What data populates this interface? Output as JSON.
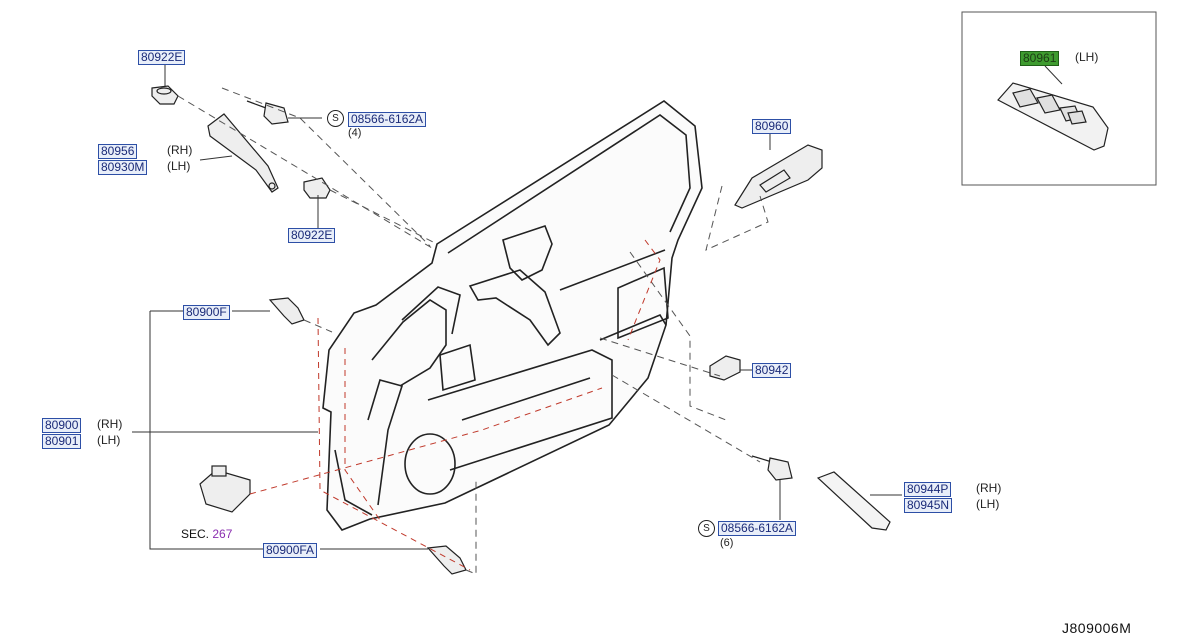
{
  "diagram": {
    "code": "J809006M",
    "section": {
      "prefix": "SEC.",
      "number": "267"
    },
    "parts": [
      {
        "id": "80922E_top",
        "number": "80922E"
      },
      {
        "id": "08566_top",
        "number": "08566-6162A",
        "qty": "(4)",
        "symbol": "S"
      },
      {
        "id": "80956",
        "number": "80956",
        "side": "(RH)"
      },
      {
        "id": "80930M",
        "number": "80930M",
        "side": "(LH)"
      },
      {
        "id": "80922E_mid",
        "number": "80922E"
      },
      {
        "id": "80960",
        "number": "80960"
      },
      {
        "id": "80961",
        "number": "80961",
        "side": "(LH)"
      },
      {
        "id": "80900F",
        "number": "80900F"
      },
      {
        "id": "80942",
        "number": "80942"
      },
      {
        "id": "80900",
        "number": "80900",
        "side": "(RH)"
      },
      {
        "id": "80901",
        "number": "80901",
        "side": "(LH)"
      },
      {
        "id": "08566_bottom",
        "number": "08566-6162A",
        "qty": "(6)",
        "symbol": "S"
      },
      {
        "id": "80944P",
        "number": "80944P",
        "side": "(RH)"
      },
      {
        "id": "80945N",
        "number": "80945N",
        "side": "(LH)"
      },
      {
        "id": "80900FA",
        "number": "80900FA"
      }
    ]
  },
  "colors": {
    "label_blue": "#1a2a78",
    "label_bg": "#e8eef9",
    "highlight_green": "#3e9b2f",
    "leader_red": "#c0392b",
    "line": "#333333"
  }
}
